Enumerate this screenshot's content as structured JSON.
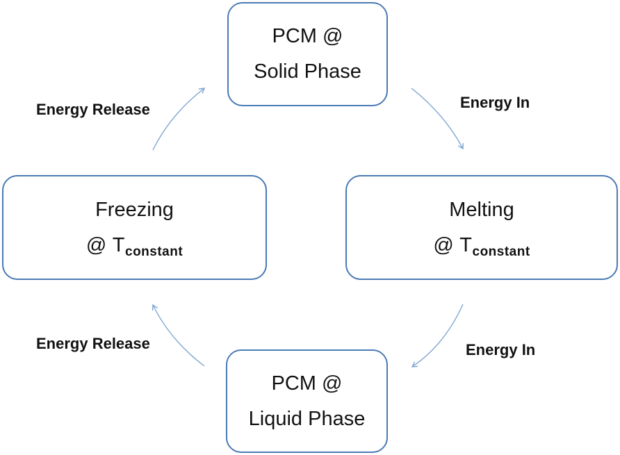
{
  "nodes": {
    "solid": {
      "line1": "PCM @",
      "line2": "Solid Phase"
    },
    "melt": {
      "line1": "Melting",
      "prefix": "@ T",
      "subscript": "constant"
    },
    "freeze": {
      "line1": "Freezing",
      "prefix": "@ T",
      "subscript": "constant"
    },
    "liquid": {
      "line1": "PCM @",
      "line2": "Liquid Phase"
    }
  },
  "edges": {
    "energy_in_top": "Energy In",
    "energy_in_bottom": "Energy In",
    "energy_release_top": "Energy Release",
    "energy_release_bottom": "Energy Release"
  },
  "colors": {
    "box_border": "#4a7ab5",
    "arrow": "#7ea6d2",
    "text": "#111111"
  }
}
